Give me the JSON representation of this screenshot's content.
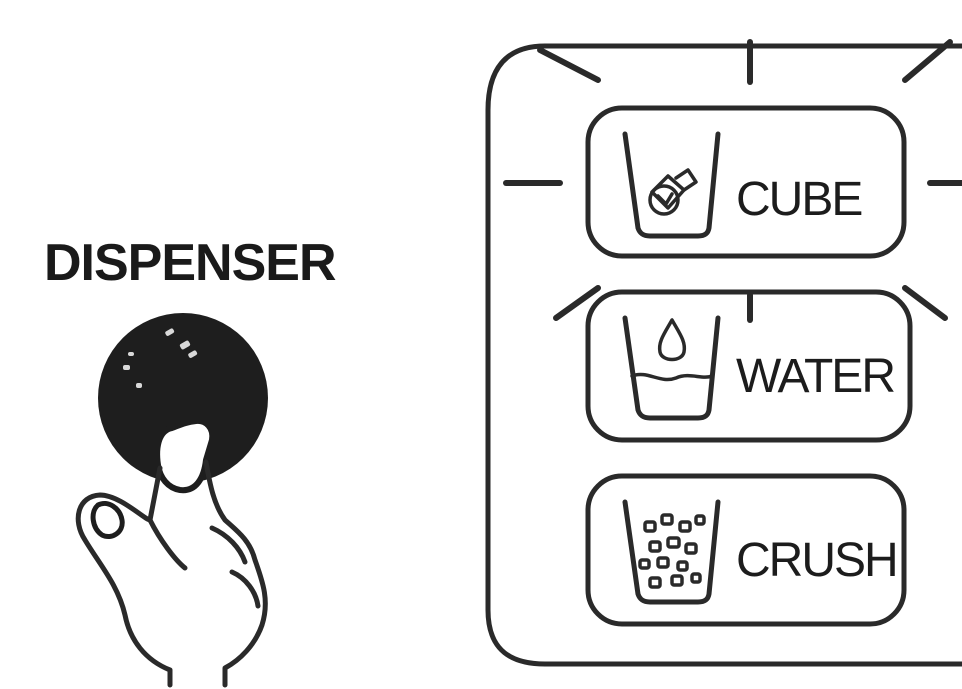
{
  "dispenser": {
    "title": "DISPENSER",
    "button_icon": "hand-pressing-button-icon"
  },
  "panel": {
    "modes": [
      {
        "label": "CUBE",
        "icon": "ice-cube-glass-icon",
        "selected": true
      },
      {
        "label": "WATER",
        "icon": "water-glass-icon",
        "selected": false
      },
      {
        "label": "CRUSH",
        "icon": "crushed-ice-glass-icon",
        "selected": false
      }
    ]
  }
}
